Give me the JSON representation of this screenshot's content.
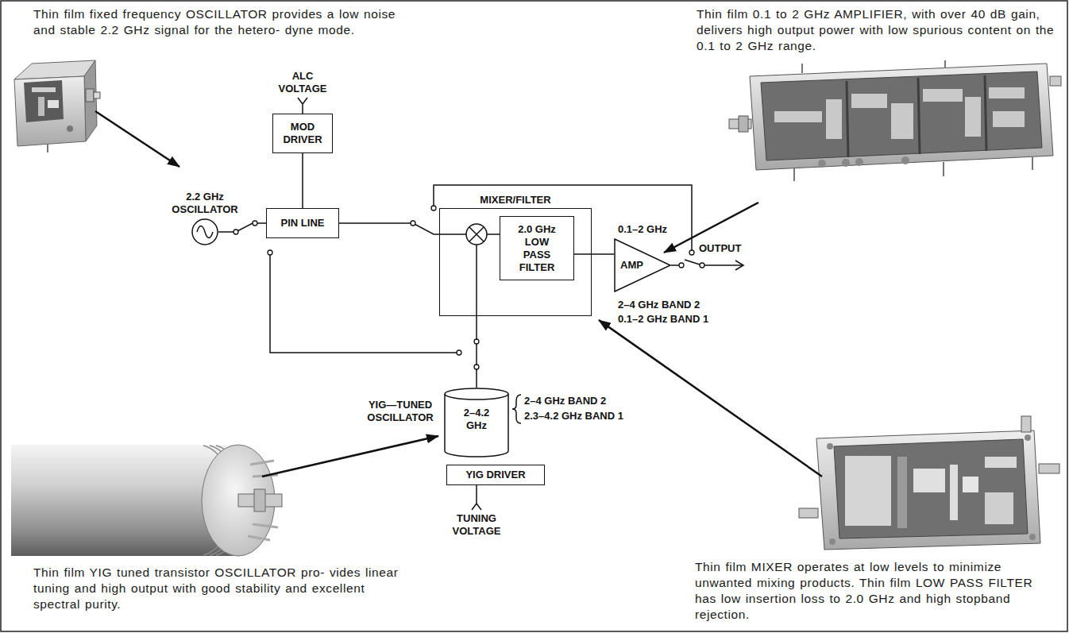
{
  "diagram": {
    "nodes": [
      {
        "text": [
          "MOD DRIVER"
        ]
      },
      {
        "text": [
          "2.2 GHz OSCILLATOR"
        ]
      },
      {
        "text": [
          "PIN LINE"
        ]
      },
      {
        "text": [
          "MIXER/FILTER"
        ]
      },
      {
        "text": [
          "2.0 GHz LOW PASS FILTER"
        ],
        "in": 3
      },
      {
        "text": [
          "0.1–2 GHz",
          "AMP"
        ]
      },
      {
        "text": [
          "YIG—TUNED OSCILLATOR",
          "2–4.2 GHz"
        ]
      },
      {
        "text": [
          "YIG DRIVER"
        ]
      }
    ],
    "edges": [
      {
        "from": 0,
        "to": 2,
        "arrow": "none"
      },
      {
        "from": 1,
        "to": 2,
        "arrow": "none"
      },
      {
        "from": 2,
        "to": 3,
        "arrow": "none"
      },
      {
        "from": 4,
        "to": 5,
        "arrow": "none"
      },
      {
        "from": 6,
        "to": 3,
        "arrow": "none"
      }
    ],
    "labels": [
      "Thin film fixed frequency OSCILLATOR provides a low noise and stable 2.2 GHz signal for the hetero- dyne mode.",
      "Thin film 0.1 to 2 GHz AMPLIFIER, with over 40 dB gain, delivers high output power with low spurious content on the 0.1 to 2 GHz range.",
      "ALC VOLTAGE",
      "OUTPUT",
      "2–4 GHz BAND 2",
      "0.1–2 GHz BAND 1",
      "2–4 GHz BAND 2",
      "2.3–4.2 GHz BAND 1",
      "TUNING VOLTAGE",
      "Thin film YIG tuned transistor OSCILLATOR pro- vides linear tuning and high output with good stability and excellent spectral purity.",
      "Thin film MIXER operates at low levels to minimize unwanted mixing products. Thin film LOW PASS FILTER has low insertion loss to 2.0 GHz and high stopband rejection."
    ]
  }
}
